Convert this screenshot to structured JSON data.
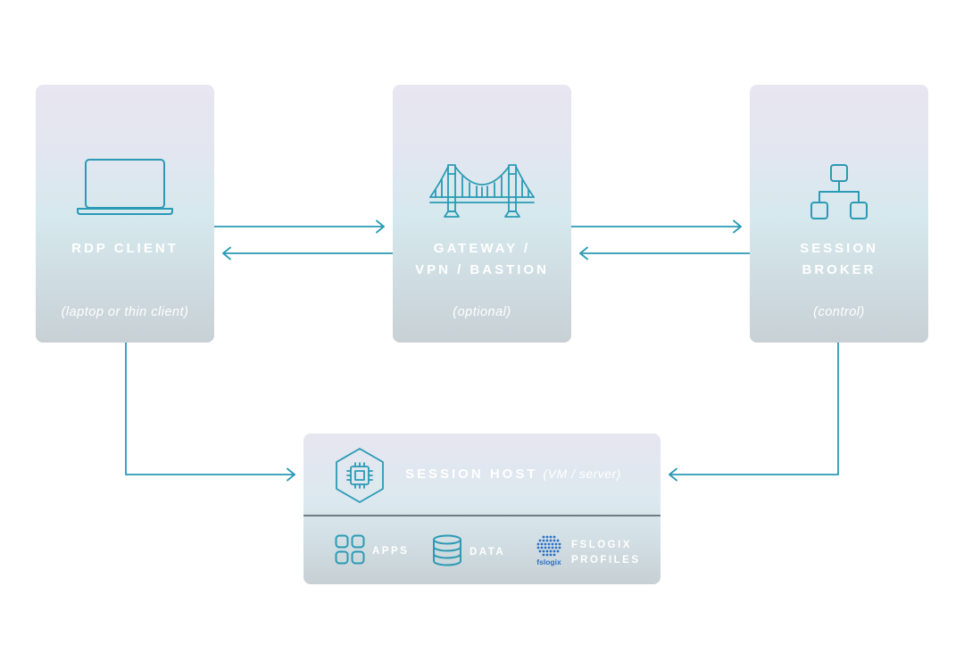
{
  "colors": {
    "accent": "#2a9ab5",
    "text_on_card": "#ffffff"
  },
  "nodes": {
    "client": {
      "icon": "laptop-icon",
      "title_lines": [
        "RDP CLIENT"
      ],
      "subtitle": "(laptop or thin client)"
    },
    "gateway": {
      "icon": "bridge-icon",
      "title_lines": [
        "GATEWAY /",
        "VPN / BASTION"
      ],
      "subtitle": "(optional)"
    },
    "broker": {
      "icon": "hierarchy-icon",
      "title_lines": [
        "SESSION",
        "BROKER"
      ],
      "subtitle": "(control)"
    },
    "host": {
      "icon": "cpu-chip-hexagon-icon",
      "title": "SESSION HOST",
      "subtitle": "(VM / server)",
      "features": [
        {
          "icon": "apps-grid-icon",
          "label_lines": [
            "APPS"
          ]
        },
        {
          "icon": "database-icon",
          "label_lines": [
            "DATA"
          ]
        },
        {
          "icon": "fslogix-logo-icon",
          "logo_text": "fslogix",
          "label_lines": [
            "FSLOGIX",
            "PROFILES"
          ]
        }
      ]
    }
  },
  "connections": [
    {
      "from": "client",
      "to": "gateway"
    },
    {
      "from": "gateway",
      "to": "client"
    },
    {
      "from": "gateway",
      "to": "broker"
    },
    {
      "from": "broker",
      "to": "gateway"
    },
    {
      "from": "client",
      "to": "host"
    },
    {
      "from": "broker",
      "to": "host"
    }
  ]
}
